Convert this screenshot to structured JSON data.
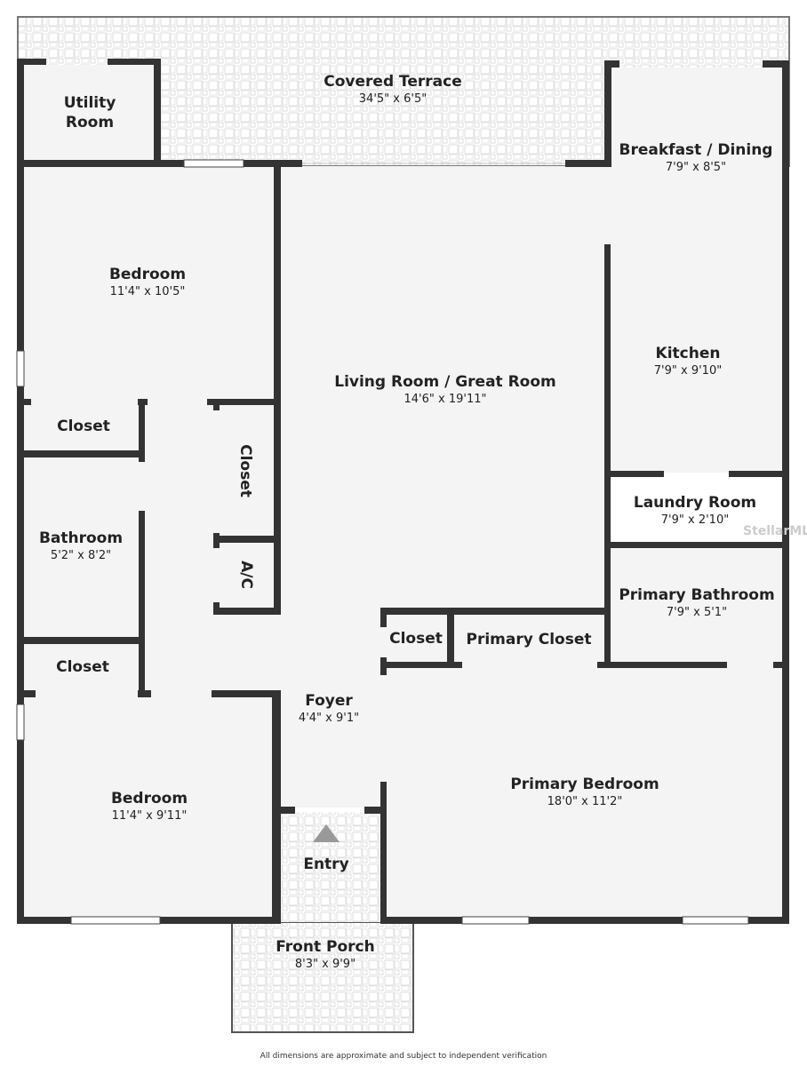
{
  "rooms": {
    "covered_terrace": {
      "name": "Covered Terrace",
      "dim": "34'5\" x 6'5\""
    },
    "utility_room": {
      "name": "Utility Room"
    },
    "breakfast_dining": {
      "name": "Breakfast / Dining",
      "dim": "7'9\" x 8'5\""
    },
    "bedroom_1": {
      "name": "Bedroom",
      "dim": "11'4\" x 10'5\""
    },
    "living_room": {
      "name": "Living Room / Great Room",
      "dim": "14'6\" x 19'11\""
    },
    "kitchen": {
      "name": "Kitchen",
      "dim": "7'9\" x 9'10\""
    },
    "closet_1": {
      "name": "Closet"
    },
    "closet_hall": {
      "name": "Closet"
    },
    "laundry_room": {
      "name": "Laundry Room",
      "dim": "7'9\" x 2'10\""
    },
    "bathroom": {
      "name": "Bathroom",
      "dim": "5'2\" x 8'2\""
    },
    "ac": {
      "name": "A/C"
    },
    "primary_bathroom": {
      "name": "Primary Bathroom",
      "dim": "7'9\" x 5'1\""
    },
    "closet_2": {
      "name": "Closet"
    },
    "closet_primary_small": {
      "name": "Closet"
    },
    "primary_closet": {
      "name": "Primary Closet"
    },
    "foyer": {
      "name": "Foyer",
      "dim": "4'4\" x 9'1\""
    },
    "primary_bedroom": {
      "name": "Primary Bedroom",
      "dim": "18'0\" x 11'2\""
    },
    "bedroom_2": {
      "name": "Bedroom",
      "dim": "11'4\" x 9'11\""
    },
    "entry": {
      "name": "Entry"
    },
    "front_porch": {
      "name": "Front Porch",
      "dim": "8'3\" x 9'9\""
    }
  },
  "watermark": "StellarMLS",
  "footer": "All dimensions are approximate and subject to independent verification",
  "colors": {
    "wall": "#333333",
    "floor": "#f4f4f4",
    "tile": "#dddddd"
  }
}
